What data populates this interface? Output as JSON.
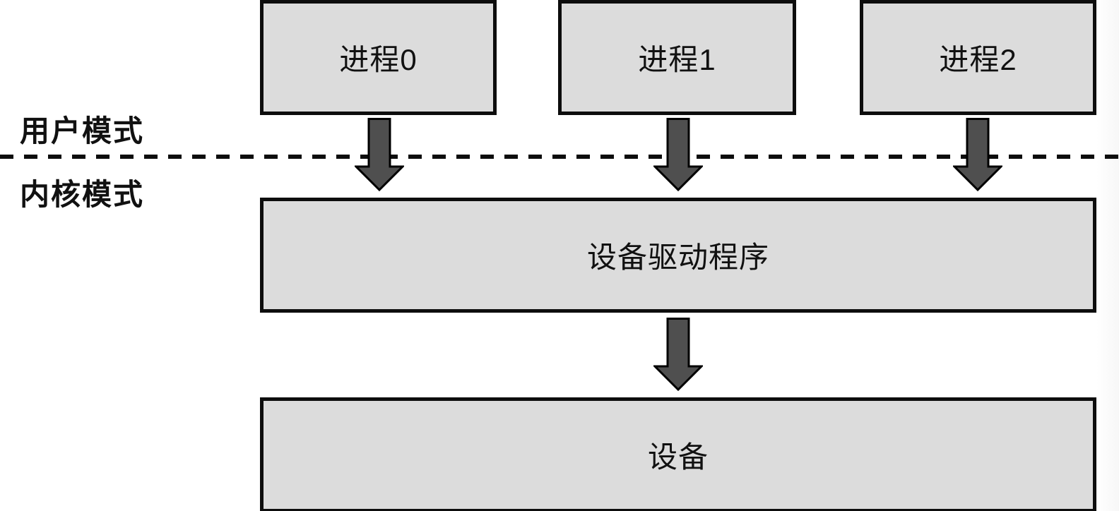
{
  "diagram": {
    "title_semantic": "device-driver-architecture",
    "mode_labels": {
      "user": "用户模式",
      "kernel": "内核模式"
    },
    "processes": [
      {
        "label": "进程0"
      },
      {
        "label": "进程1"
      },
      {
        "label": "进程2"
      }
    ],
    "driver": {
      "label": "设备驱动程序"
    },
    "device": {
      "label": "设备"
    },
    "arrows": [
      {
        "from": "进程0",
        "to": "设备驱动程序",
        "direction": "down"
      },
      {
        "from": "进程1",
        "to": "设备驱动程序",
        "direction": "down"
      },
      {
        "from": "进程2",
        "to": "设备驱动程序",
        "direction": "down"
      },
      {
        "from": "设备驱动程序",
        "to": "设备",
        "direction": "down"
      }
    ],
    "colors": {
      "box_fill": "#dcdcdc",
      "box_border": "#0d0d0d",
      "arrow_fill": "#4f4f4f",
      "arrow_stroke": "#000000",
      "divider": "#0d0d0d",
      "text": "#111111",
      "background": "#ffffff"
    },
    "divider_style": "dashed"
  }
}
